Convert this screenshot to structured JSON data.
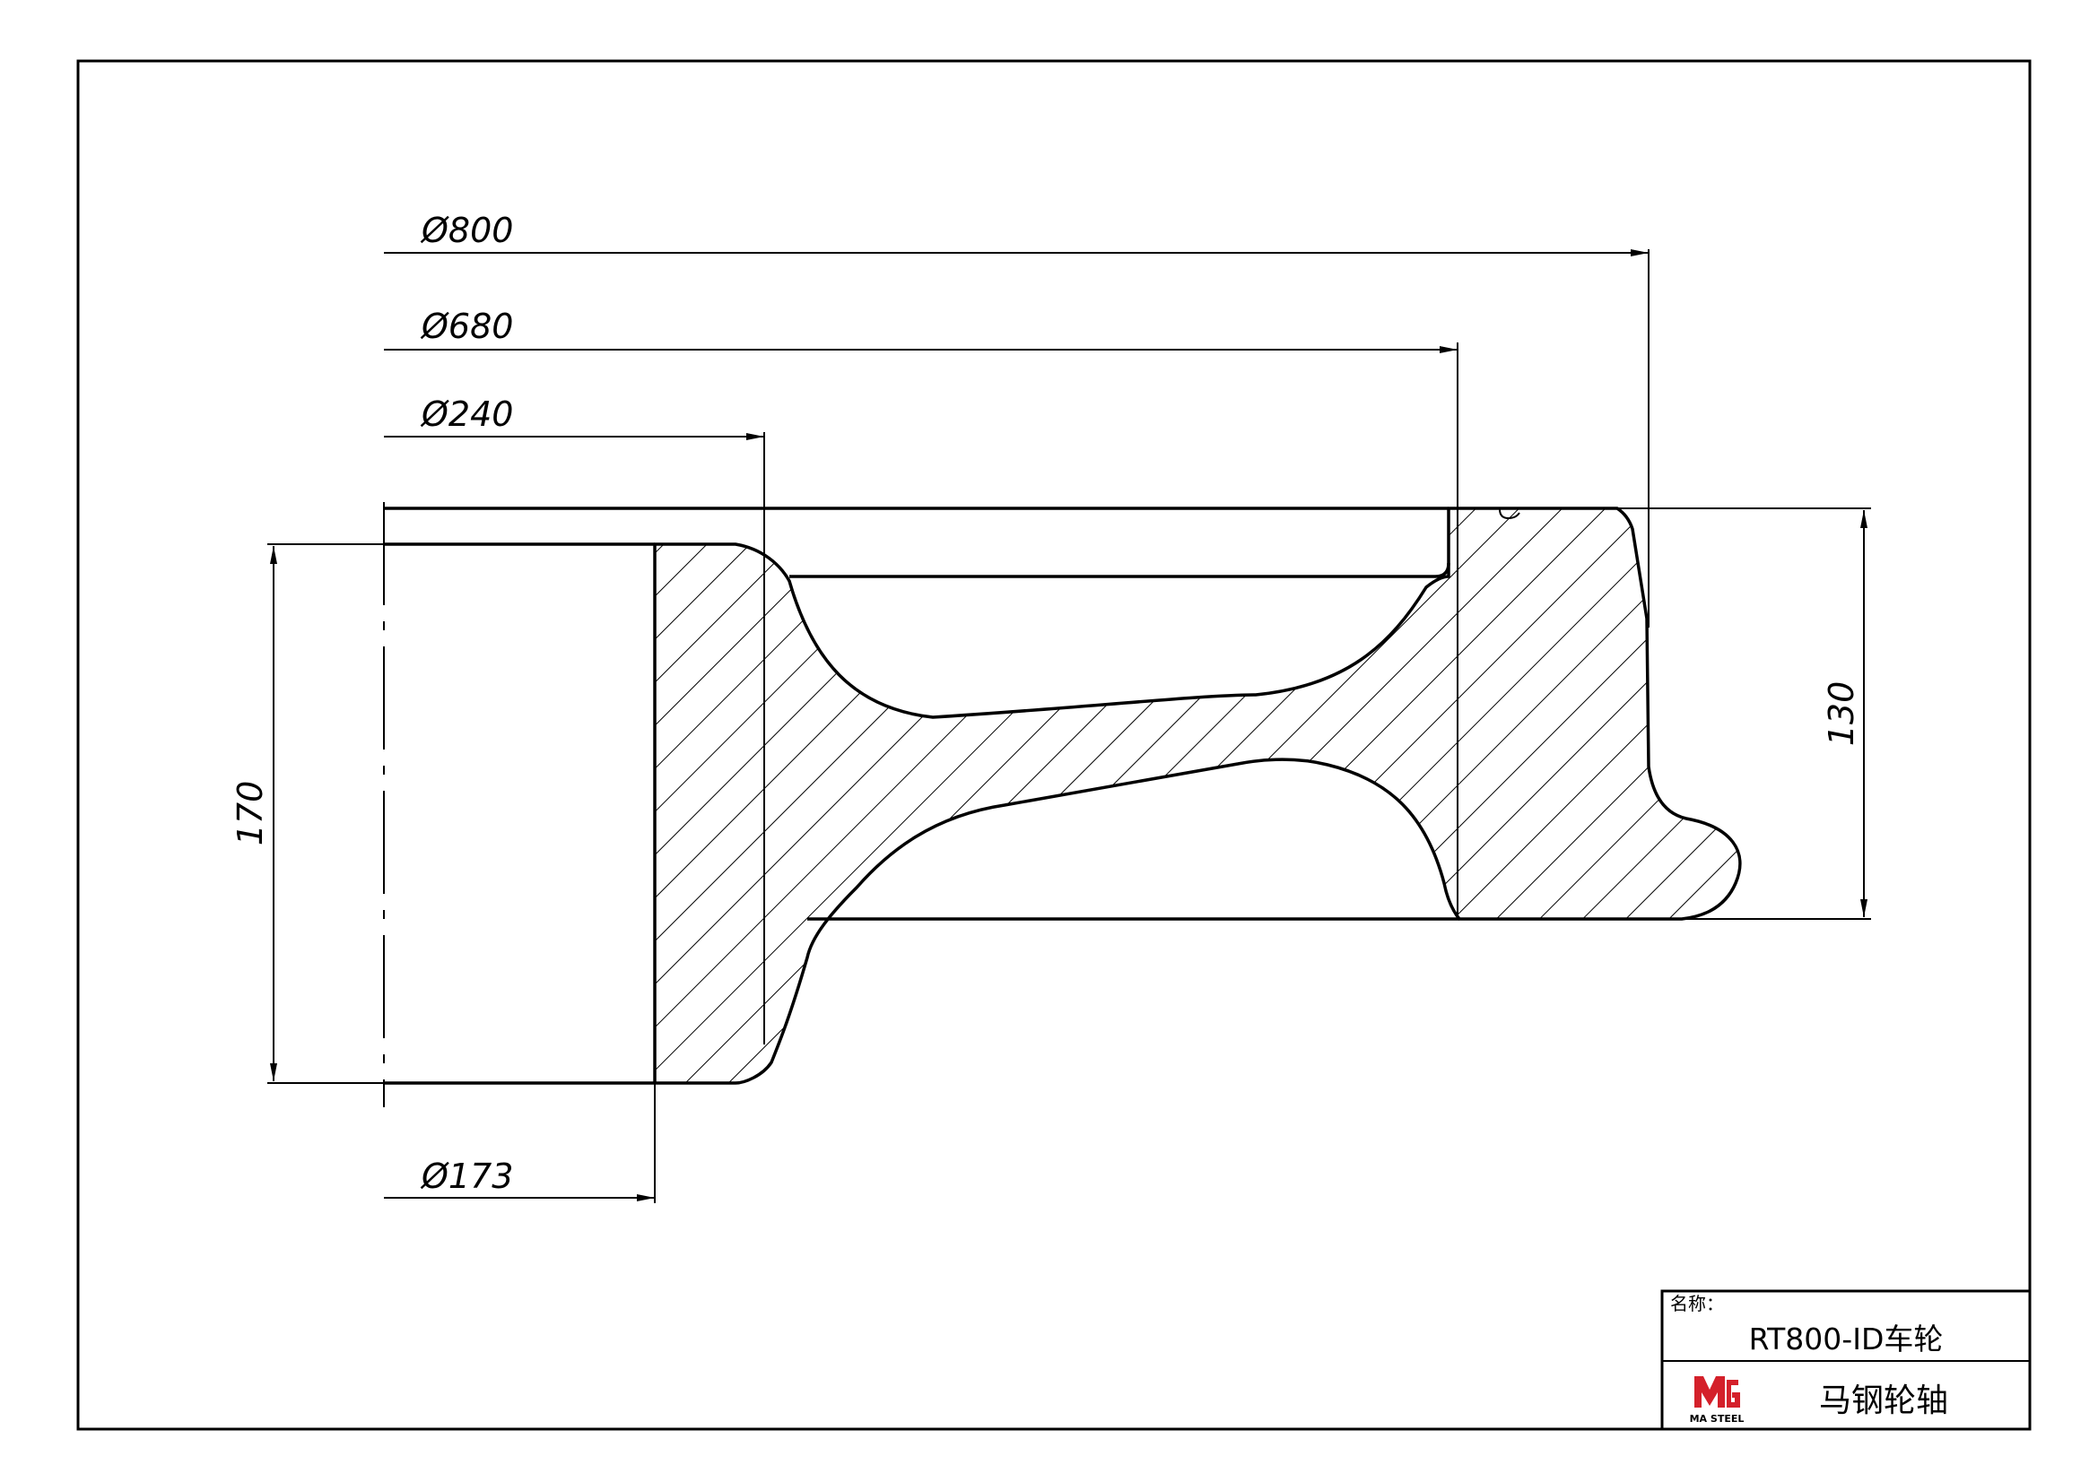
{
  "dimensions": {
    "d800": "Ø800",
    "d680": "Ø680",
    "d240": "Ø240",
    "d173": "Ø173",
    "h170": "170",
    "h130": "130"
  },
  "title_block": {
    "name_label": "名称：",
    "part_name": "RT800-ID车轮",
    "company": "马钢轮轴",
    "logo_text": "MA STEEL",
    "logo_color": "#d4202a"
  }
}
